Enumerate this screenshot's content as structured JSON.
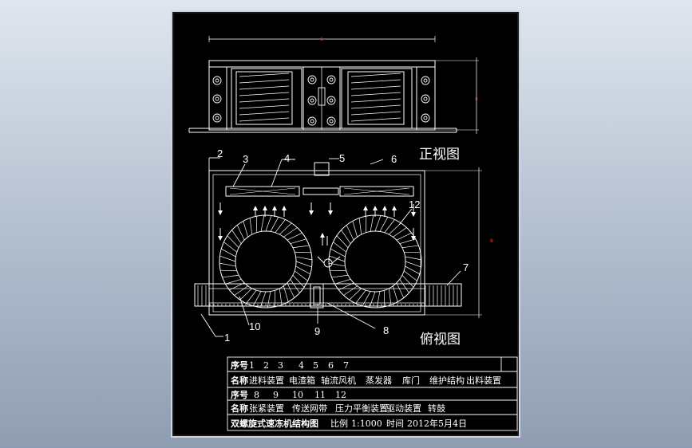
{
  "labels": {
    "front_view": "正视图",
    "top_view": "俯视图",
    "dim_top": "1",
    "dim_right_front": "8",
    "dim_right_top": "8"
  },
  "callouts": [
    "1",
    "2",
    "3",
    "4",
    "5",
    "6",
    "7",
    "8",
    "9",
    "10",
    "12"
  ],
  "table": {
    "row1_header": "序号",
    "row1_cells": [
      "1",
      "2",
      "3",
      "4",
      "5",
      "6",
      "7"
    ],
    "row2_header": "名称",
    "row2_cells": [
      "进料装置",
      "电渣箱",
      "轴流风机",
      "蒸发器",
      "库门",
      "维护结构",
      "出料装置"
    ],
    "row3_header": "序号",
    "row3_cells": [
      "8",
      "9",
      "10",
      "11",
      "12"
    ],
    "row4_header": "名称",
    "row4_cells": [
      "张紧装置",
      "传送网带",
      "压力平衡装置",
      "驱动装置",
      "转鼓"
    ],
    "footer_title": "双螺旋式速冻机结构图",
    "footer_scale_label": "比例",
    "footer_scale": "1:1000",
    "footer_time_label": "时间",
    "footer_date": "2012年5月4日"
  },
  "colors": {
    "sheet": "#000000",
    "line": "#ffffff",
    "dimension": "#ff3030"
  }
}
